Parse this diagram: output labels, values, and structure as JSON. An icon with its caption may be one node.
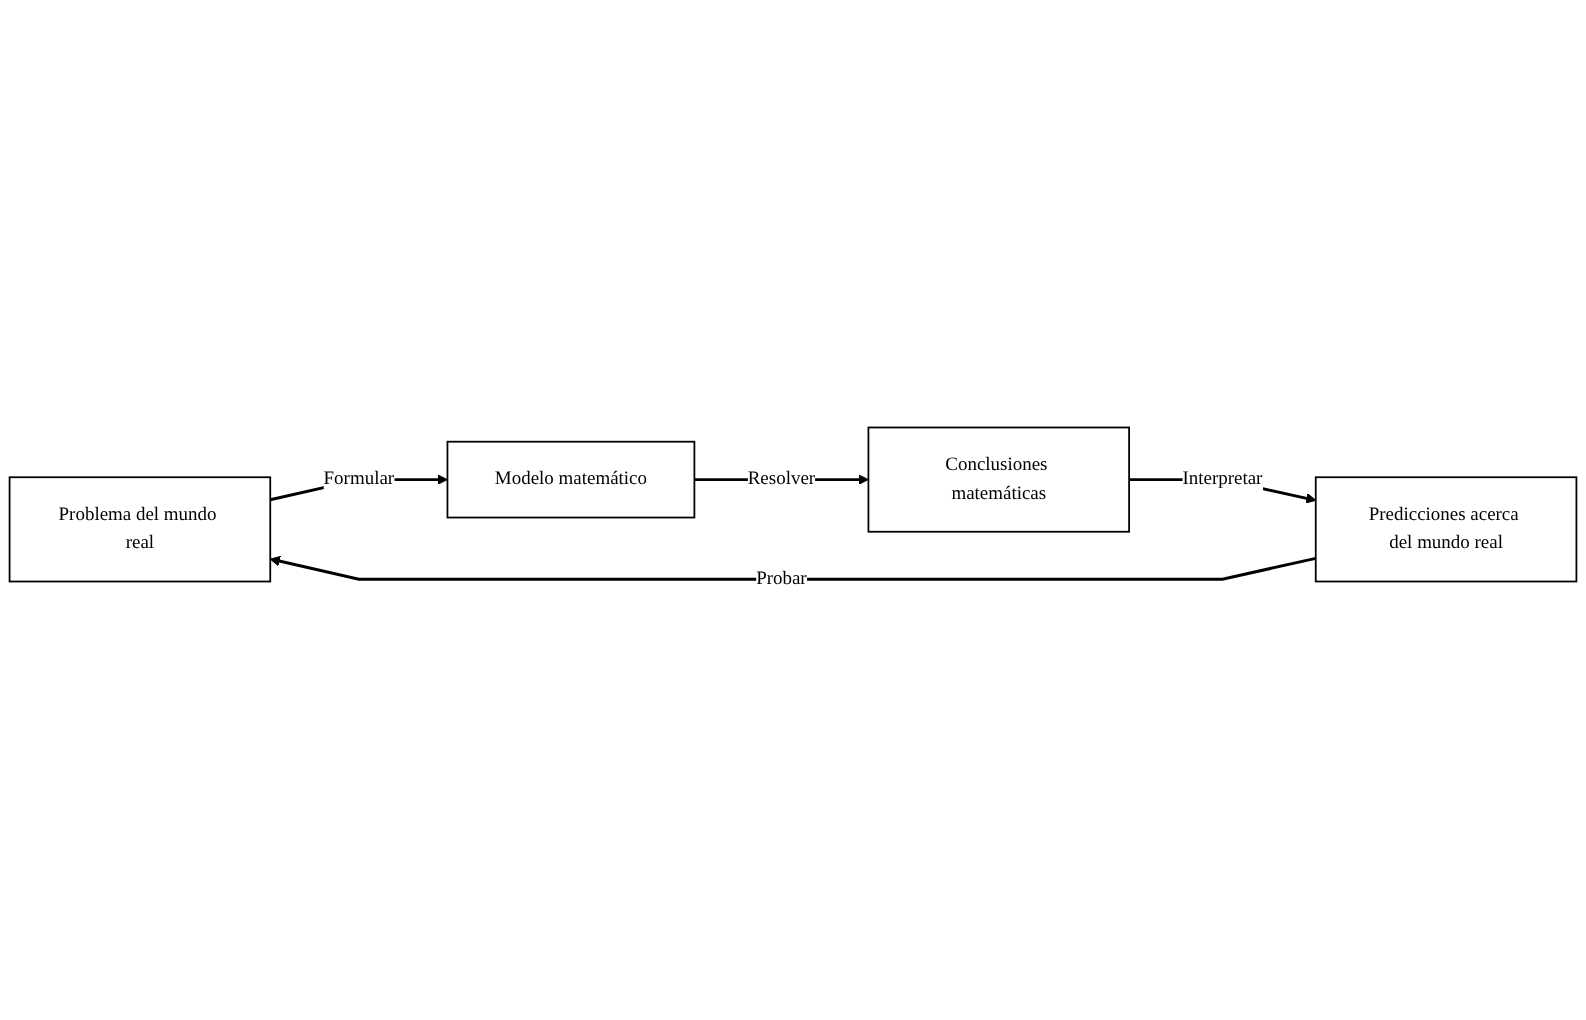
{
  "diagram": {
    "nodes": [
      {
        "text": [
          "Problema del mundo real"
        ]
      },
      {
        "text": [
          "Modelo matemático"
        ]
      },
      {
        "text": [
          "Conclusiones matemáticas"
        ]
      },
      {
        "text": [
          "Predicciones acerca del mundo real"
        ]
      }
    ],
    "edges": [
      {
        "from": 0,
        "to": 1,
        "arrow": "to",
        "label": "Formular"
      },
      {
        "from": 1,
        "to": 2,
        "arrow": "to",
        "label": "Resolver"
      },
      {
        "from": 2,
        "to": 3,
        "arrow": "to",
        "label": "Interpretar"
      },
      {
        "from": 3,
        "to": 0,
        "arrow": "to",
        "label": "Probar"
      }
    ]
  }
}
